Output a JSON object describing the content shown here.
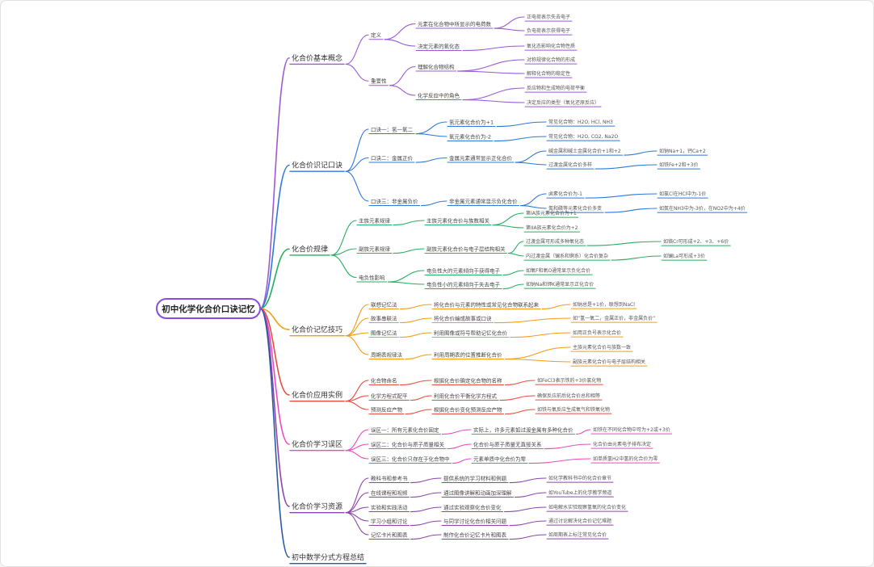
{
  "root": "初中化学化合价口诀记忆",
  "branches": [
    {
      "label": "化合价基本概念",
      "color": "#9b59d6",
      "children": [
        {
          "label": "定义",
          "children": [
            {
              "label": "元素在化合物中所显示的电荷数",
              "children": [
                {
                  "label": "正电荷表示失去电子"
                },
                {
                  "label": "负电荷表示获得电子"
                }
              ]
            },
            {
              "label": "决定元素的氧化态",
              "children": [
                {
                  "label": "氧化态影响化合物性质"
                }
              ]
            }
          ]
        },
        {
          "label": "重要性",
          "children": [
            {
              "label": "理解化合物结构",
              "children": [
                {
                  "label": "对称规律化合物的形成"
                },
                {
                  "label": "解释化合物的稳定性"
                }
              ]
            },
            {
              "label": "化学反应中的角色",
              "children": [
                {
                  "label": "反应物和生成物的电荷平衡"
                },
                {
                  "label": "决定反应的类型（氧化还原反应）"
                }
              ]
            }
          ]
        }
      ]
    },
    {
      "label": "化合价识记口诀",
      "color": "#2e78d8",
      "children": [
        {
          "label": "口诀一：氢一氧二",
          "children": [
            {
              "label": "氢元素化合价为+1",
              "children": [
                {
                  "label": "常见化合物：H2O, HCl, NH3"
                }
              ]
            },
            {
              "label": "氧元素化合价为-2",
              "children": [
                {
                  "label": "常见化合物：H2O, CO2, Na2O"
                }
              ]
            }
          ]
        },
        {
          "label": "口诀二：金属正价",
          "children": [
            {
              "label": "金属元素通常显示正化合价",
              "children": [
                {
                  "label": "碱金属和碱土金属化合价+1和+2",
                  "children": [
                    {
                      "label": "如钠Na+1，钙Ca+2"
                    }
                  ]
                },
                {
                  "label": "过渡金属化合价多样",
                  "children": [
                    {
                      "label": "如铁Fe+2和+3价"
                    }
                  ]
                }
              ]
            }
          ]
        },
        {
          "label": "口诀三：非金属负价",
          "children": [
            {
              "label": "非金属元素通常显示负化合价",
              "children": [
                {
                  "label": "卤素化合价为-1",
                  "children": [
                    {
                      "label": "如氯Cl在HCl中为-1价"
                    }
                  ]
                },
                {
                  "label": "氮和磷等元素化合价多变",
                  "children": [
                    {
                      "label": "如氮在NH3中为-3价，在NO2中为+4价"
                    }
                  ]
                }
              ]
            }
          ]
        }
      ]
    },
    {
      "label": "化合价规律",
      "color": "#27ae60",
      "children": [
        {
          "label": "主族元素规律",
          "children": [
            {
              "label": "主族元素化合价与族数相关",
              "children": [
                {
                  "label": "第IA族元素化合价为+1"
                },
                {
                  "label": "第IIA族元素化合价为+2"
                }
              ]
            }
          ]
        },
        {
          "label": "副族元素规律",
          "children": [
            {
              "label": "副族元素化合价与电子层结构相关",
              "children": [
                {
                  "label": "过渡金属可形成多种氧化态",
                  "children": [
                    {
                      "label": "如铬Cr可形成+2、+3、+6价"
                    }
                  ]
                },
                {
                  "label": "内过渡金属（镧系和锕系）化合价复杂",
                  "children": [
                    {
                      "label": "如镧La可形成+3价"
                    }
                  ]
                }
              ]
            }
          ]
        },
        {
          "label": "电负性影响",
          "children": [
            {
              "label": "电负性大的元素倾向于获得电子",
              "children": [
                {
                  "label": "如氧F和氧O通常显示负化合价"
                }
              ]
            },
            {
              "label": "电负性小的元素倾向于失去电子",
              "children": [
                {
                  "label": "如钠Na和钾K通常显示正化合价"
                }
              ]
            }
          ]
        }
      ]
    },
    {
      "label": "化合价记忆技巧",
      "color": "#f39c12",
      "children": [
        {
          "label": "联想记忆法",
          "children": [
            {
              "label": "将化合价与元素的特性或常见化合物联系起来",
              "children": [
                {
                  "label": "如钠总是+1价，联想到NaCl"
                }
              ]
            }
          ]
        },
        {
          "label": "故事串联法",
          "children": [
            {
              "label": "将化合价编成故事或口诀",
              "children": [
                {
                  "label": "如“氢一氧二，金属正价，非金属负价”"
                }
              ]
            }
          ]
        },
        {
          "label": "图像记忆法",
          "children": [
            {
              "label": "利用图像或符号帮助记忆化合价",
              "children": [
                {
                  "label": "如用正负号表示化合价"
                }
              ]
            }
          ]
        },
        {
          "label": "周期表规律法",
          "children": [
            {
              "label": "利用周期表的位置推断化合价",
              "children": [
                {
                  "label": "主族元素化合价与族数一致"
                },
                {
                  "label": "副族元素化合价与电子层结构相关"
                }
              ]
            }
          ]
        }
      ]
    },
    {
      "label": "化合价应用实例",
      "color": "#e74c3c",
      "children": [
        {
          "label": "化合物命名",
          "children": [
            {
              "label": "根据化合价确定化合物的名称",
              "children": [
                {
                  "label": "如FeCl3表示铁的+3价氯化物"
                }
              ]
            }
          ]
        },
        {
          "label": "化学方程式配平",
          "children": [
            {
              "label": "利用化合价平衡化学方程式",
              "children": [
                {
                  "label": "确保反应前后化合价总和相等"
                }
              ]
            }
          ]
        },
        {
          "label": "预测反应产物",
          "children": [
            {
              "label": "根据化合价变化预测反应产物",
              "children": [
                {
                  "label": "如铁与氧反应生成氧气和铁氧化物"
                }
              ]
            }
          ]
        }
      ]
    },
    {
      "label": "化合价学习误区",
      "color": "#e84bc1",
      "children": [
        {
          "label": "误区一：所有元素化合价固定",
          "children": [
            {
              "label": "实际上，许多元素如过渡金属有多种化合价",
              "children": [
                {
                  "label": "如铁在不同化合物中可为+2或+3价"
                }
              ]
            }
          ]
        },
        {
          "label": "误区二：化合价与原子质量相关",
          "children": [
            {
              "label": "化合价与原子质量无直接关系",
              "children": [
                {
                  "label": "化合价由元素电子排布决定"
                }
              ]
            }
          ]
        },
        {
          "label": "误区三：化合价只存在于化合物中",
          "children": [
            {
              "label": "元素单质中化合价为零",
              "children": [
                {
                  "label": "如单质氢H2中氢的化合价为零"
                }
              ]
            }
          ]
        }
      ]
    },
    {
      "label": "化合价学习资源",
      "color": "#8e44ad",
      "children": [
        {
          "label": "教科书和参考书",
          "children": [
            {
              "label": "提供系统的学习材料和例题",
              "children": [
                {
                  "label": "如化学教科书中的化合价章节"
                }
              ]
            }
          ]
        },
        {
          "label": "在线课程和视频",
          "children": [
            {
              "label": "通过图像讲解和动画加深理解",
              "children": [
                {
                  "label": "如YouTube上的化学教学频道"
                }
              ]
            }
          ]
        },
        {
          "label": "实验和实践活动",
          "children": [
            {
              "label": "通过实验观察化合价变化",
              "children": [
                {
                  "label": "如电解水实验观察氢氧的化合价变化"
                }
              ]
            }
          ]
        },
        {
          "label": "学习小组和讨论",
          "children": [
            {
              "label": "与同学讨论化合价相关问题",
              "children": [
                {
                  "label": "通过讨论解决化合价记忆难题"
                }
              ]
            }
          ]
        },
        {
          "label": "记忆卡片和图表",
          "children": [
            {
              "label": "制作化合价记忆卡片和图表",
              "children": [
                {
                  "label": "如周期表上标注常见化合价"
                }
              ]
            }
          ]
        }
      ]
    },
    {
      "label": "初中数学分式方程总结",
      "color": "#2c5aa0",
      "children": []
    }
  ]
}
